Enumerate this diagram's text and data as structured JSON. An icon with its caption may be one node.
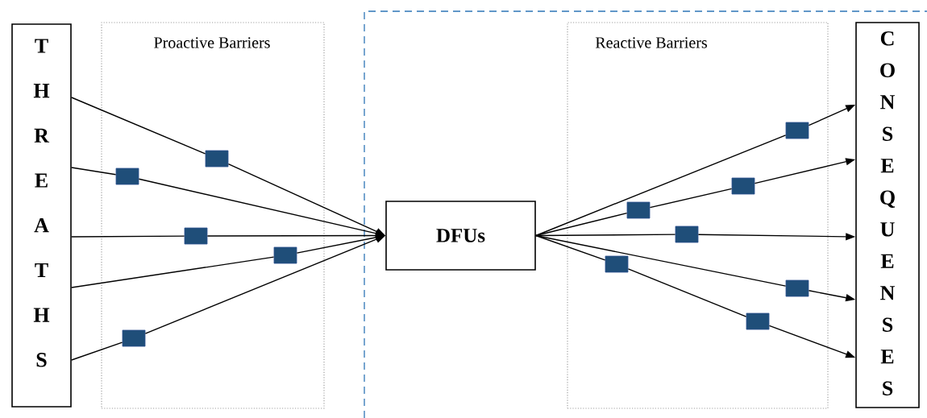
{
  "diagram": {
    "nodes": [
      {
        "text": [
          "T H R E A T H S"
        ]
      },
      {
        "text": [
          "Proactive Barriers"
        ]
      },
      {
        "text": [],
        "shape": "box",
        "in": 1
      },
      {
        "text": [],
        "shape": "box",
        "in": 1
      },
      {
        "text": [],
        "shape": "box",
        "in": 1
      },
      {
        "text": [],
        "shape": "box",
        "in": 1
      },
      {
        "text": [],
        "shape": "box",
        "in": 1
      },
      {
        "text": [
          "DFUs"
        ]
      },
      {
        "text": [
          "Reactive Barriers"
        ]
      },
      {
        "text": [],
        "shape": "box",
        "in": 8
      },
      {
        "text": [],
        "shape": "box",
        "in": 8
      },
      {
        "text": [],
        "shape": "box",
        "in": 8
      },
      {
        "text": [],
        "shape": "box",
        "in": 8
      },
      {
        "text": [],
        "shape": "box",
        "in": 8
      },
      {
        "text": [],
        "shape": "box",
        "in": 8
      },
      {
        "text": [],
        "shape": "box",
        "in": 8
      },
      {
        "text": [
          "C O N S E Q U E N S E S"
        ]
      }
    ],
    "edges": [
      {
        "from": 0,
        "to": 2,
        "arrow": "none"
      },
      {
        "from": 2,
        "to": 7,
        "arrow": "to"
      },
      {
        "from": 0,
        "to": 3,
        "arrow": "none"
      },
      {
        "from": 3,
        "to": 7,
        "arrow": "to"
      },
      {
        "from": 0,
        "to": 4,
        "arrow": "none"
      },
      {
        "from": 4,
        "to": 7,
        "arrow": "to"
      },
      {
        "from": 0,
        "to": 5,
        "arrow": "none"
      },
      {
        "from": 5,
        "to": 7,
        "arrow": "to"
      },
      {
        "from": 0,
        "to": 6,
        "arrow": "none"
      },
      {
        "from": 6,
        "to": 7,
        "arrow": "to"
      },
      {
        "from": 7,
        "to": 9,
        "arrow": "none"
      },
      {
        "from": 9,
        "to": 16,
        "arrow": "to"
      },
      {
        "from": 7,
        "to": 11,
        "arrow": "none"
      },
      {
        "from": 11,
        "to": 10,
        "arrow": "none"
      },
      {
        "from": 10,
        "to": 16,
        "arrow": "to"
      },
      {
        "from": 7,
        "to": 12,
        "arrow": "none"
      },
      {
        "from": 12,
        "to": 16,
        "arrow": "to"
      },
      {
        "from": 7,
        "to": 14,
        "arrow": "none"
      },
      {
        "from": 14,
        "to": 16,
        "arrow": "to"
      },
      {
        "from": 7,
        "to": 13,
        "arrow": "none"
      },
      {
        "from": 13,
        "to": 15,
        "arrow": "none"
      },
      {
        "from": 15,
        "to": 16,
        "arrow": "to"
      }
    ]
  }
}
